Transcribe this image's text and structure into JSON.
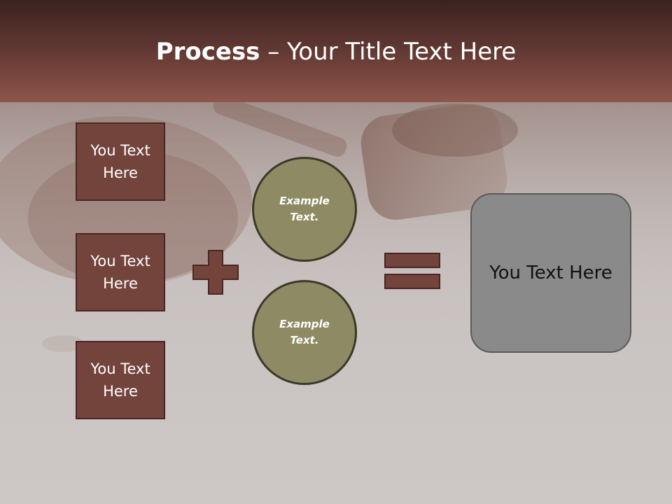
{
  "header": {
    "title_strong": "Process",
    "title_rest": " – Your Title Text Here"
  },
  "inputs": [
    {
      "label": "You Text\nHere"
    },
    {
      "label": "You Text\nHere"
    },
    {
      "label": "You Text\nHere"
    }
  ],
  "operators": {
    "plus": "plus-sign",
    "equals": "equals-sign"
  },
  "examples": [
    {
      "label": "Example\nText."
    },
    {
      "label": "Example\nText."
    }
  ],
  "result": {
    "label": "You Text Here"
  },
  "colors": {
    "header_top": "#3b2220",
    "header_bottom": "#8e564a",
    "box_fill": "#73443c",
    "circle_fill": "#8d8a64",
    "result_fill": "#8a8a8a"
  }
}
